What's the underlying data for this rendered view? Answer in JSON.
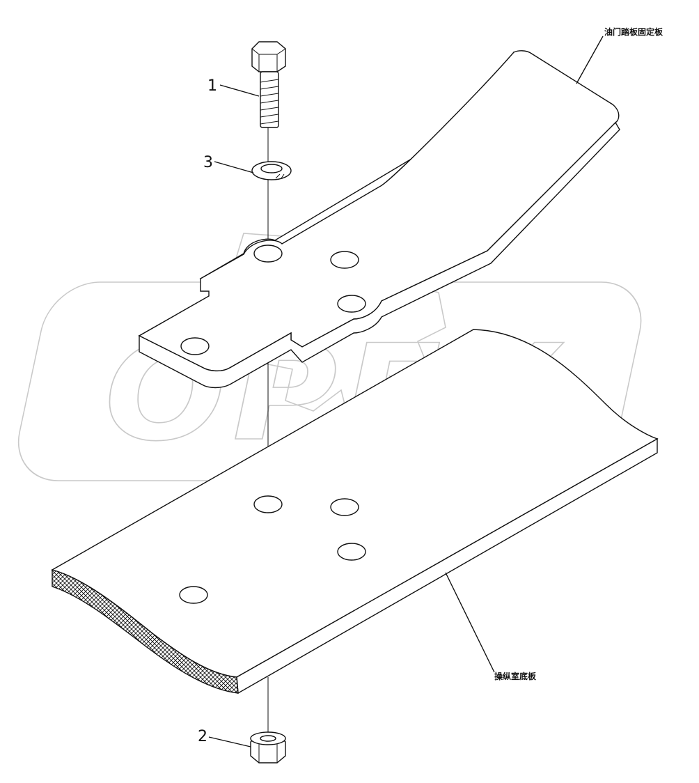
{
  "diagram": {
    "callouts": [
      {
        "number": "1",
        "part": "bolt"
      },
      {
        "number": "3",
        "part": "spring-washer"
      },
      {
        "number": "2",
        "part": "nut"
      }
    ],
    "labels": {
      "pedal_bracket": "油门踏板固定板",
      "cab_floor": "操纵室底板"
    },
    "watermark": {
      "text": "OPEX",
      "color": "#c9c9c9"
    },
    "colors": {
      "line": "#111111",
      "background": "#ffffff"
    }
  }
}
